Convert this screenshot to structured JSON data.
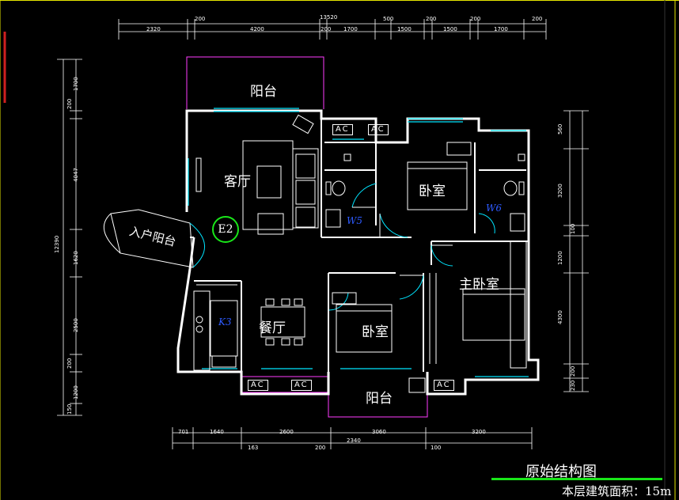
{
  "rooms": {
    "balcony_top": "阳台",
    "living_room": "客厅",
    "bedroom_a": "卧室",
    "entrance_balcony": "入户阳台",
    "master_bedroom": "主卧室",
    "dining_room": "餐厅",
    "bedroom_b": "卧室",
    "balcony_bottom": "阳台"
  },
  "tags": {
    "w5": "W5",
    "w6": "W6",
    "k3": "K3",
    "e2": "E2"
  },
  "ac_units": [
    "AC",
    "AC",
    "AC",
    "AC",
    "AC"
  ],
  "dimensions": {
    "top_overall": "13520",
    "top_segments": [
      "2320",
      "200",
      "4200",
      "200",
      "1700",
      "500",
      "1500",
      "200",
      "1500",
      "200",
      "1700",
      "200"
    ],
    "bottom_segments": [
      "701",
      "1640",
      "2600",
      "3060",
      "3200"
    ],
    "bottom_sub": [
      "163",
      "200",
      "2340",
      "100"
    ],
    "left_overall": "12390",
    "left_segments": [
      "1700",
      "200",
      "4047",
      "1620",
      "2500",
      "200",
      "1200",
      "150"
    ],
    "right_segments": [
      "560",
      "3200",
      "100",
      "1200",
      "4300",
      "200",
      "230"
    ]
  },
  "footer": {
    "title": "原始结构图",
    "area_label": "本层建筑面积：15m"
  },
  "colors": {
    "background": "#000000",
    "wall": "#ffffff",
    "window": "#00e5ff",
    "balcony_line": "#ff3cff",
    "marker": "#19e619",
    "tag_blue": "#2e5bff",
    "frame_yellow": "#e6e600",
    "underline_green": "#19e619"
  }
}
